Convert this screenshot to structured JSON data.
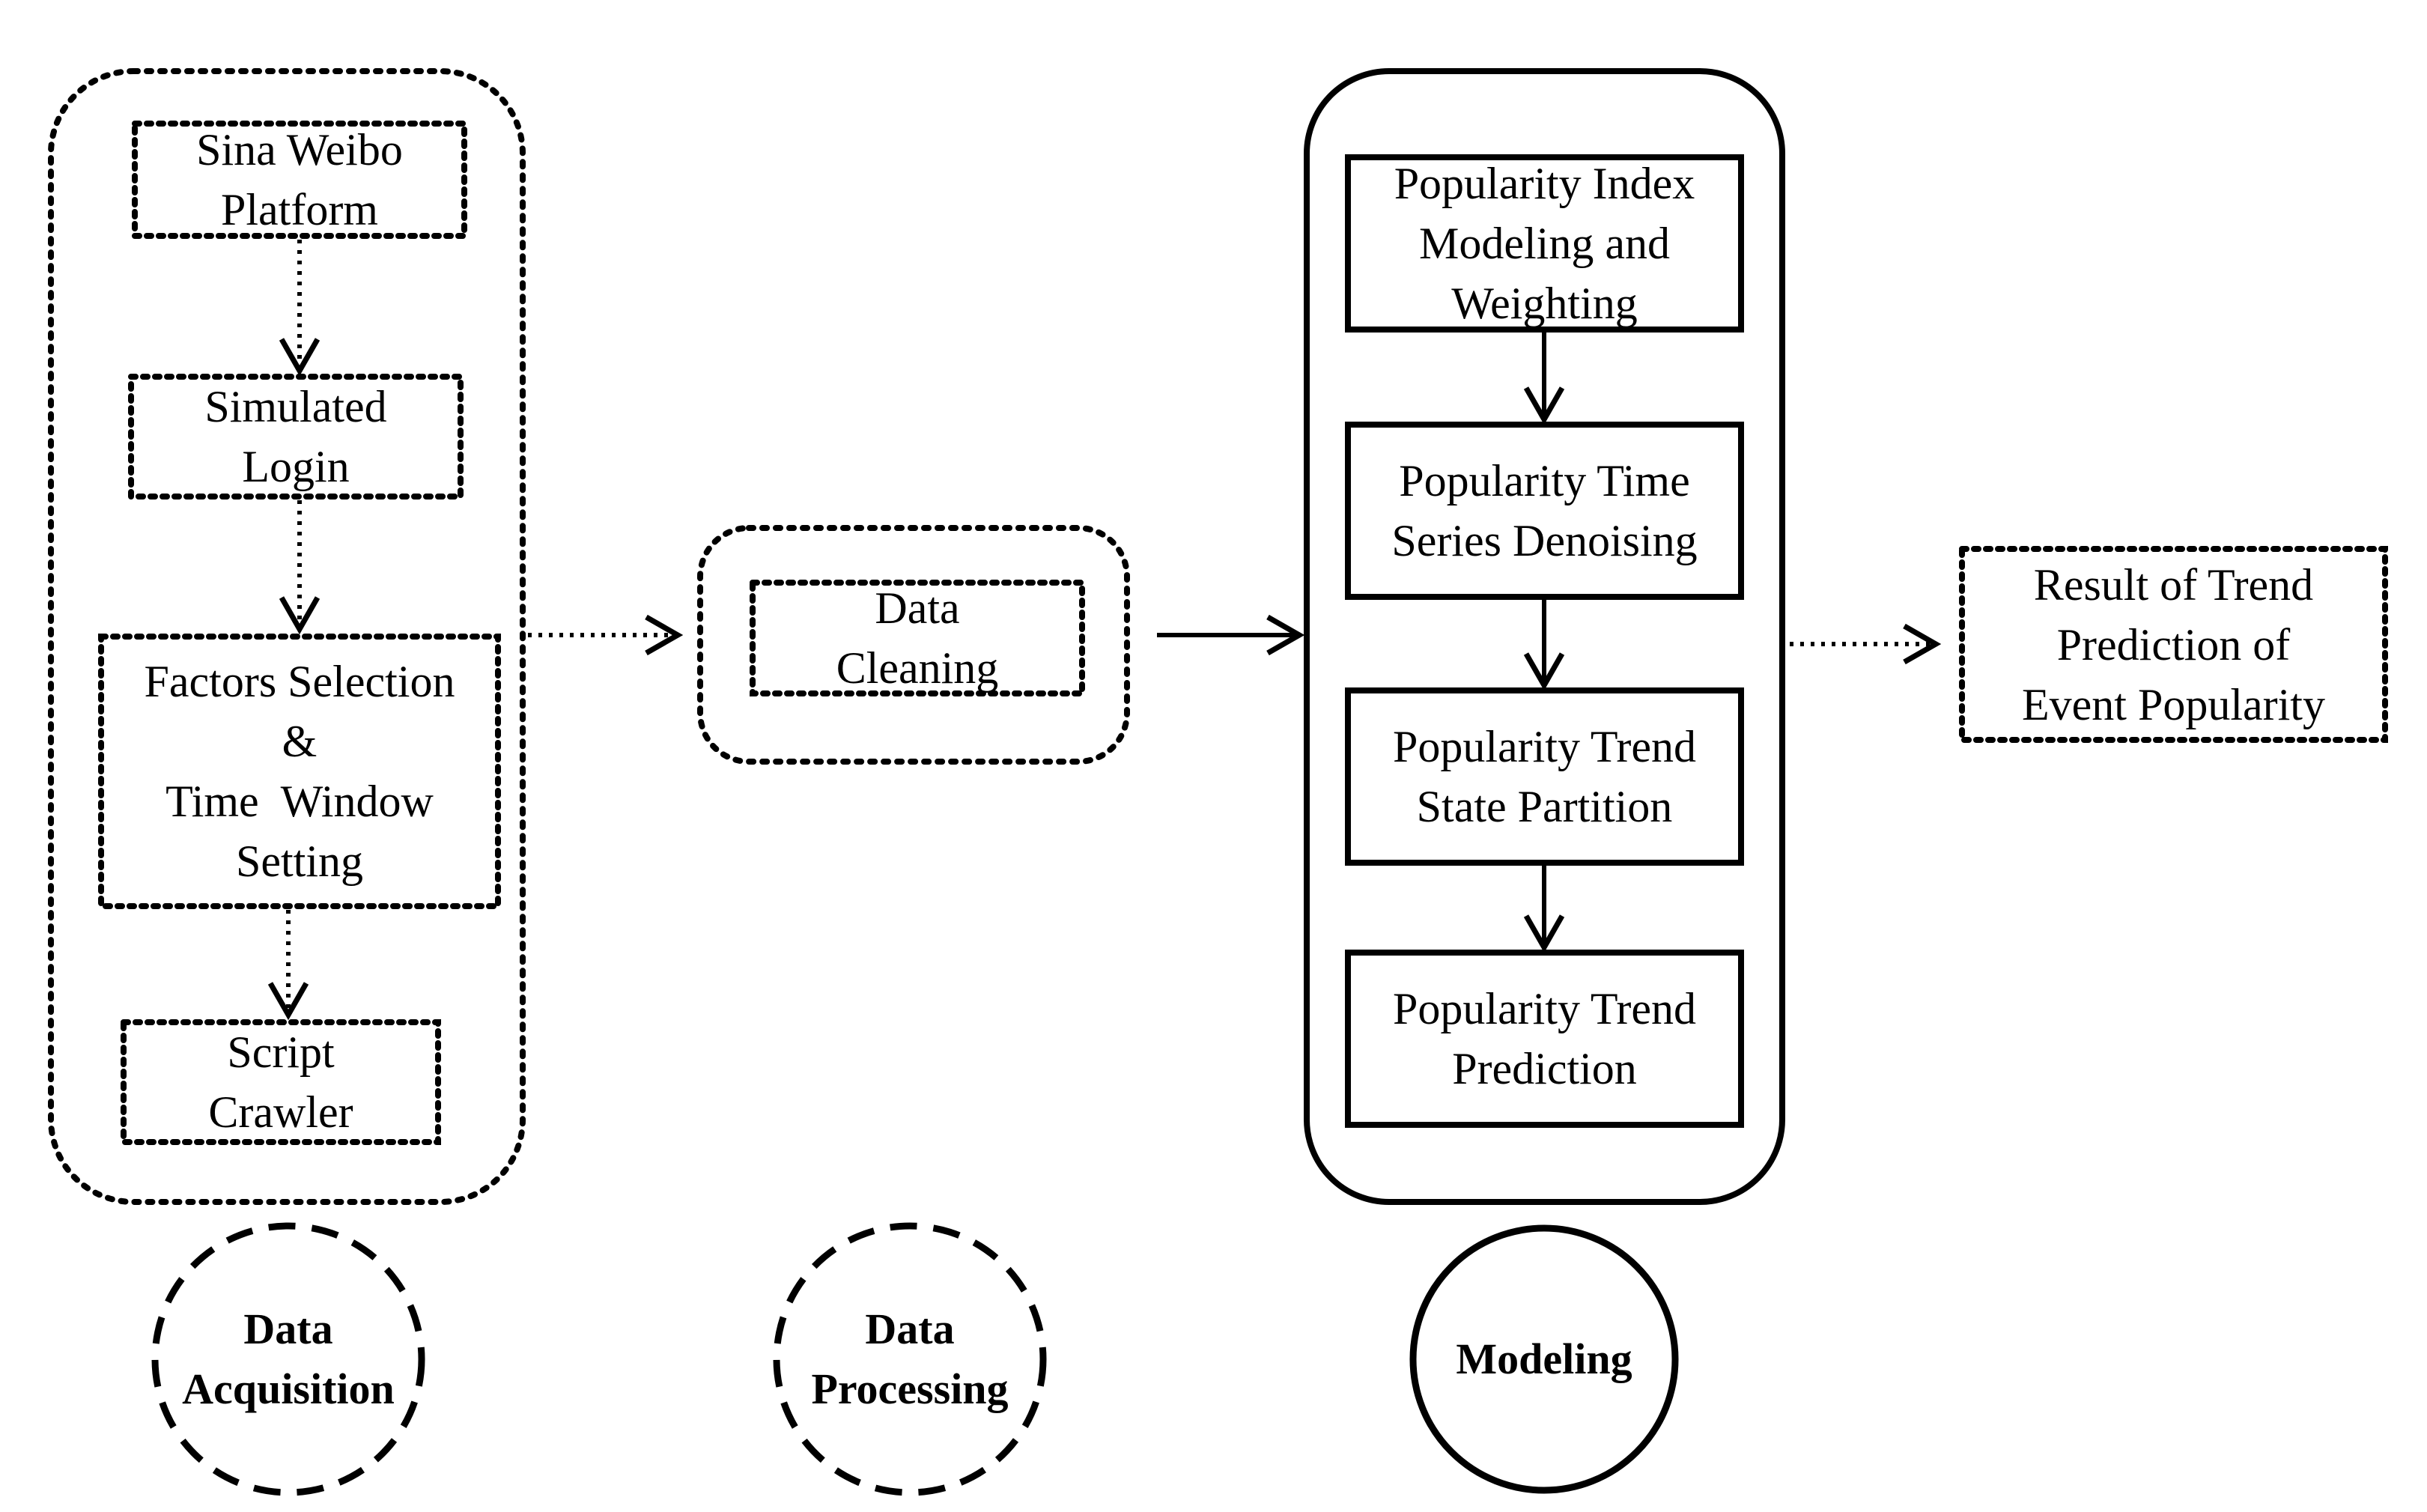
{
  "stages": {
    "acquisition": {
      "label_lines": [
        "Data",
        "Acquisition"
      ],
      "steps": [
        {
          "lines": [
            "Sina Weibo",
            "Platform"
          ]
        },
        {
          "lines": [
            "Simulated",
            "Login"
          ]
        },
        {
          "lines": [
            "Factors Selection",
            "&",
            "Time  Window",
            "Setting"
          ]
        },
        {
          "lines": [
            "Script",
            "Crawler"
          ]
        }
      ]
    },
    "processing": {
      "label_lines": [
        "Data",
        "Processing"
      ],
      "steps": [
        {
          "lines": [
            "Data",
            "Cleaning"
          ]
        }
      ]
    },
    "modeling": {
      "label_lines": [
        "Modeling"
      ],
      "steps": [
        {
          "lines": [
            "Popularity Index",
            "Modeling and",
            "Weighting"
          ]
        },
        {
          "lines": [
            "Popularity Time",
            "Series Denoising"
          ]
        },
        {
          "lines": [
            "Popularity Trend",
            "State Partition"
          ]
        },
        {
          "lines": [
            "Popularity Trend",
            "Prediction"
          ]
        }
      ]
    },
    "result": {
      "lines": [
        "Result of Trend",
        "Prediction of",
        "Event Popularity"
      ]
    }
  }
}
